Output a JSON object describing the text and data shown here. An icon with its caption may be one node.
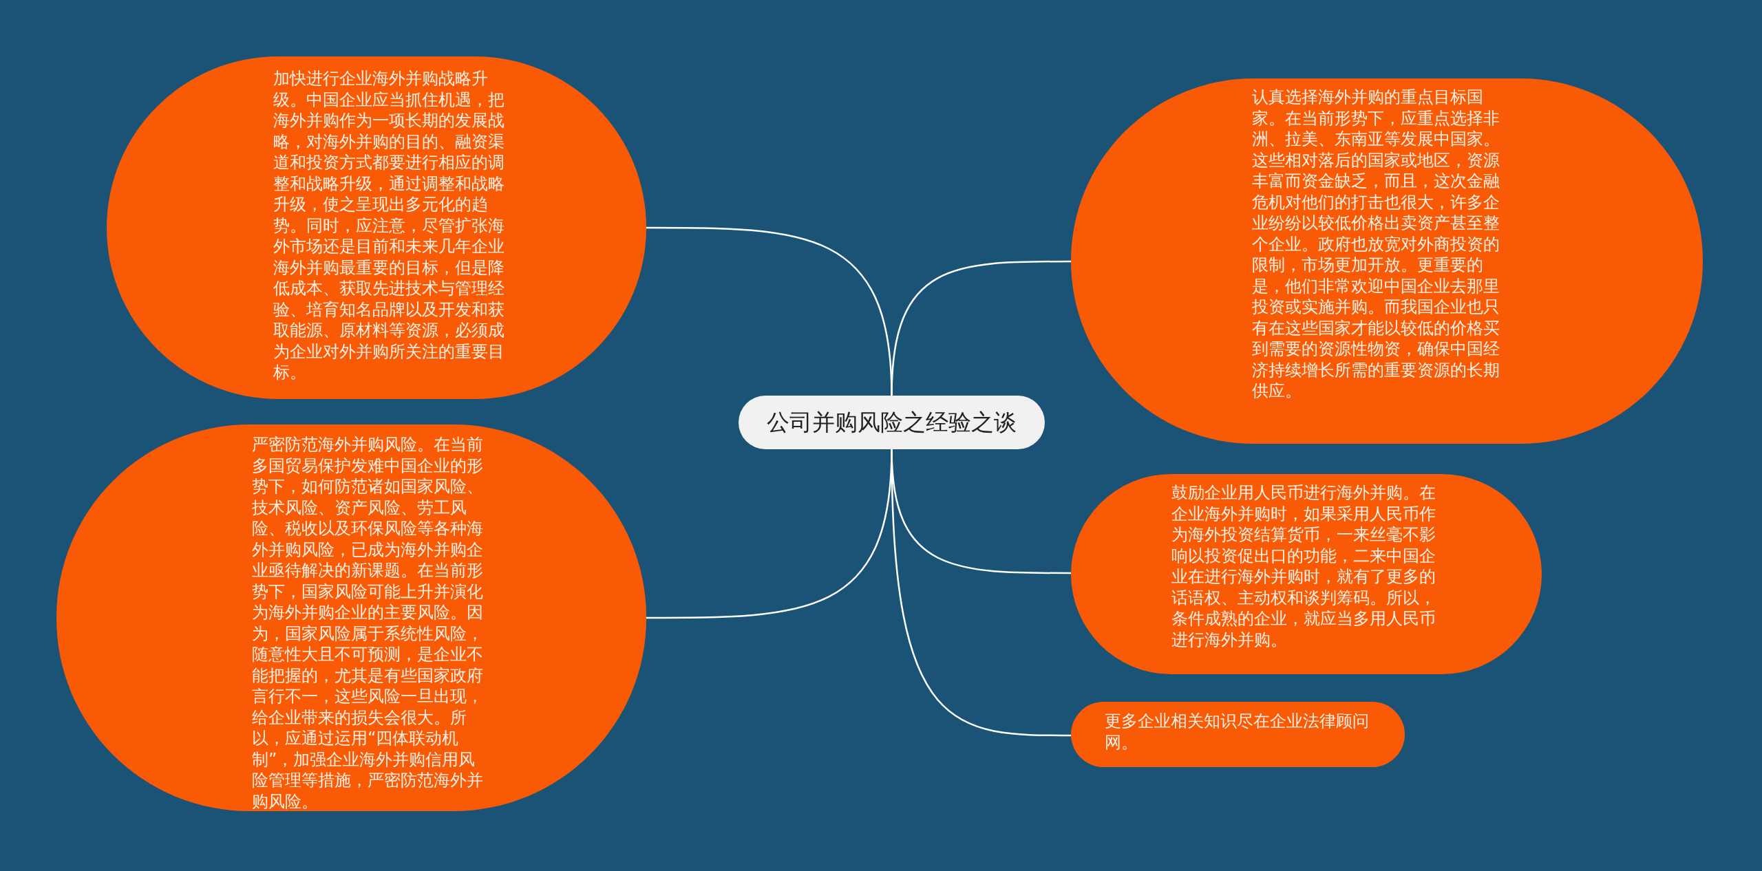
{
  "diagram": {
    "nodes": [
      {
        "text": [
          "公司并购风险之经验之谈"
        ]
      },
      {
        "text": [
          "加快进行企业海外并购战略升级。中国企业应当抓住机遇，把海外并购作为一项长期的发展战略，对海外并购的目的、融资渠道和投资方式都要进行相应的调整和战略升级，通过调整和战略升级，使之呈现出多元化的趋势。同时，应注意，尽管扩张海外市场还是目前和未来几年企业海外并购最重要的目标，但是降低成本、获取先进技术与管理经验、培育知名品牌以及开发和获取能源、原材料等资源，必须成为企业对外并购所关注的重要目标。"
        ]
      },
      {
        "text": [
          "严密防范海外并购风险。在当前多国贸易保护发难中国企业的形势下，如何防范诸如国家风险、技术风险、资产风险、劳工风险、税收以及环保风险等各种海外并购风险，已成为海外并购企业亟待解决的新课题。在当前形势下，国家风险可能上升并演化为海外并购企业的主要风险。因为，国家风险属于系统性风险，随意性大且不可预测，是企业不能把握的，尤其是有些国家政府言行不一，这些风险一旦出现，给企业带来的损失会很大。所以，应通过运用“四体联动机制”，加强企业海外并购信用风险管理等措施，严密防范海外并购风险。"
        ]
      },
      {
        "text": [
          "认真选择海外并购的重点目标国家。在当前形势下，应重点选择非洲、拉美、东南亚等发展中国家。这些相对落后的国家或地区，资源丰富而资金缺乏，而且，这次金融危机对他们的打击也很大，许多企业纷纷以较低价格出卖资产甚至整个企业。政府也放宽对外商投资的限制，市场更加开放。更重要的是，他们非常欢迎中国企业去那里投资或实施并购。而我国企业也只有在这些国家才能以较低的价格买到需要的资源性物资，确保中国经济持续增长所需的重要资源的长期供应。"
        ]
      },
      {
        "text": [
          "鼓励企业用人民币进行海外并购。在企业海外并购时，如果采用人民币作为海外投资结算货币，一来丝毫不影响以投资促出口的功能，二来中国企业在进行海外并购时，就有了更多的话语权、主动权和谈判筹码。所以，条件成熟的企业，就应当多用人民币进行海外并购。"
        ]
      },
      {
        "text": [
          "更多企业相关知识尽在企业法律顾问网。"
        ]
      }
    ],
    "edges": [
      {
        "from": 0,
        "to": 1,
        "arrow": "none"
      },
      {
        "from": 0,
        "to": 2,
        "arrow": "none"
      },
      {
        "from": 0,
        "to": 3,
        "arrow": "none"
      },
      {
        "from": 0,
        "to": 4,
        "arrow": "none"
      },
      {
        "from": 0,
        "to": 5,
        "arrow": "none"
      }
    ]
  }
}
